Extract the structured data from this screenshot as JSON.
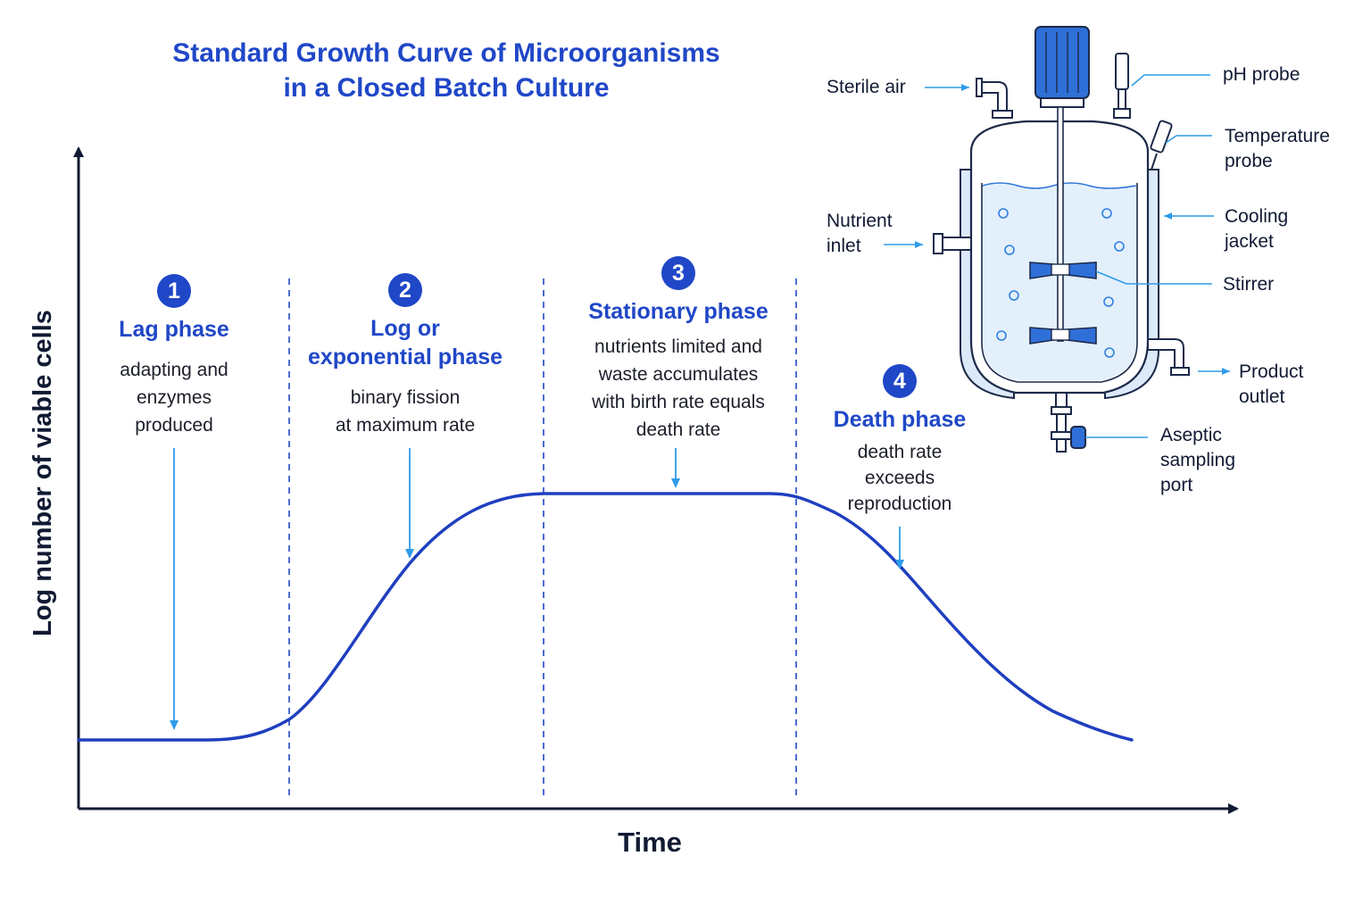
{
  "title": {
    "line1": "Standard Growth Curve of Microorganisms",
    "line2": "in a Closed Batch Culture"
  },
  "axes": {
    "y_label": "Log number of viable cells",
    "x_label": "Time"
  },
  "phases": [
    {
      "number": "1",
      "name_lines": [
        "Lag phase"
      ],
      "desc_lines": [
        "adapting and",
        "enzymes",
        "produced"
      ]
    },
    {
      "number": "2",
      "name_lines": [
        "Log or",
        "exponential phase"
      ],
      "desc_lines": [
        "binary fission",
        "at maximum rate"
      ]
    },
    {
      "number": "3",
      "name_lines": [
        "Stationary phase"
      ],
      "desc_lines": [
        "nutrients limited and",
        "waste accumulates",
        "with birth rate equals",
        "death rate"
      ]
    },
    {
      "number": "4",
      "name_lines": [
        "Death phase"
      ],
      "desc_lines": [
        "death rate",
        "exceeds",
        "reproduction"
      ]
    }
  ],
  "bioreactor": {
    "labels": {
      "sterile_air": [
        "Sterile air"
      ],
      "ph_probe": [
        "pH probe"
      ],
      "temperature_probe": [
        "Temperature",
        "probe"
      ],
      "cooling_jacket": [
        "Cooling",
        "jacket"
      ],
      "nutrient_inlet": [
        "Nutrient",
        "inlet"
      ],
      "stirrer": [
        "Stirrer"
      ],
      "product_outlet": [
        "Product",
        "outlet"
      ],
      "aseptic_sampling_port": [
        "Aseptic",
        "sampling",
        "port"
      ]
    }
  },
  "colors": {
    "title_blue": "#1f47c7",
    "curve_blue": "#1f3fbf",
    "arrow_light_blue": "#2f9be8",
    "axis_dark": "#111a33",
    "liquid_fill": "#e3f0fc",
    "jacket_fill": "#dce9f9"
  }
}
